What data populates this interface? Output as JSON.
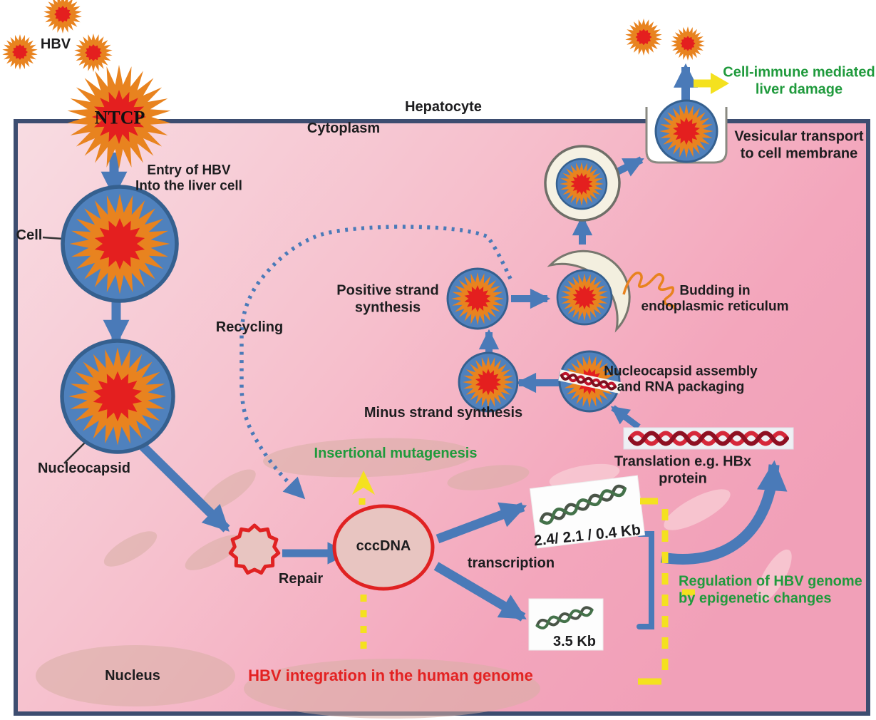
{
  "labels": {
    "hbv": "HBV",
    "ntcp": "NTCP",
    "hepatocyte": "Hepatocyte",
    "cytoplasm": "Cytoplasm",
    "entry": [
      "Entry of HBV",
      "Into the liver cell"
    ],
    "cell": "Cell",
    "nucleocapsid": "Nucleocapsid",
    "recycling": "Recycling",
    "positive_strand": [
      "Positive strand",
      "synthesis"
    ],
    "minus_strand": "Minus strand synthesis",
    "budding": [
      "Budding in",
      "endoplasmic reticulum"
    ],
    "assembly": [
      "Nucleocapsid  assembly",
      "and RNA packaging"
    ],
    "vesicular": [
      "Vesicular transport",
      "to cell membrane"
    ],
    "cell_immune": [
      "Cell-immune mediated",
      "liver damage"
    ],
    "translation": [
      "Translation  e.g. HBx",
      "protein"
    ],
    "insertional": "Insertional mutagenesis",
    "repair": "Repair",
    "cccdna": "cccDNA",
    "transcription": "transcription",
    "kb_small": "2.4/ 2.1 / 0.4 Kb",
    "kb_large": "3.5 Kb",
    "regulation": [
      "Regulation of HBV genome",
      "by  epigenetic changes"
    ],
    "integration": "HBV integration in the human genome",
    "nucleus": "Nucleus"
  },
  "colors": {
    "membrane": "#3d4d70",
    "arrow_blue": "#4a7ab8",
    "virus_orange": "#e8831f",
    "virus_red": "#e41f1f",
    "virus_envelope_blue": "#4f81bd",
    "green_text": "#1f9a3c",
    "red_text": "#e32222",
    "yellow": "#f4e11f",
    "cytoplasm_pink_light": "#f8dbe1",
    "cytoplasm_pink_deep": "#f2a2b9",
    "cccdna_fill": "#e8c5c1",
    "er_cream": "#f3efdf"
  },
  "icons": {
    "hbv_virion": "orange starburst with red core",
    "enveloped_virus": "blue circle with orange starburst and red spiky core",
    "ntcp_receptor": "large orange starburst at membrane",
    "rcdna": "small red jagged ring",
    "cccdna": "red-outlined oval",
    "er_crescent": "cream crescent with grey outline",
    "vesicle": "cream circle with grey outline",
    "membrane_cup": "white U-shaped gap in membrane",
    "rna_transcript": "red helix ribbon on white strip",
    "dna_helix": "dark double helix on white card",
    "recycling_path": "blue dotted curve",
    "epigenetic_bracket": "yellow dashed bracket"
  }
}
